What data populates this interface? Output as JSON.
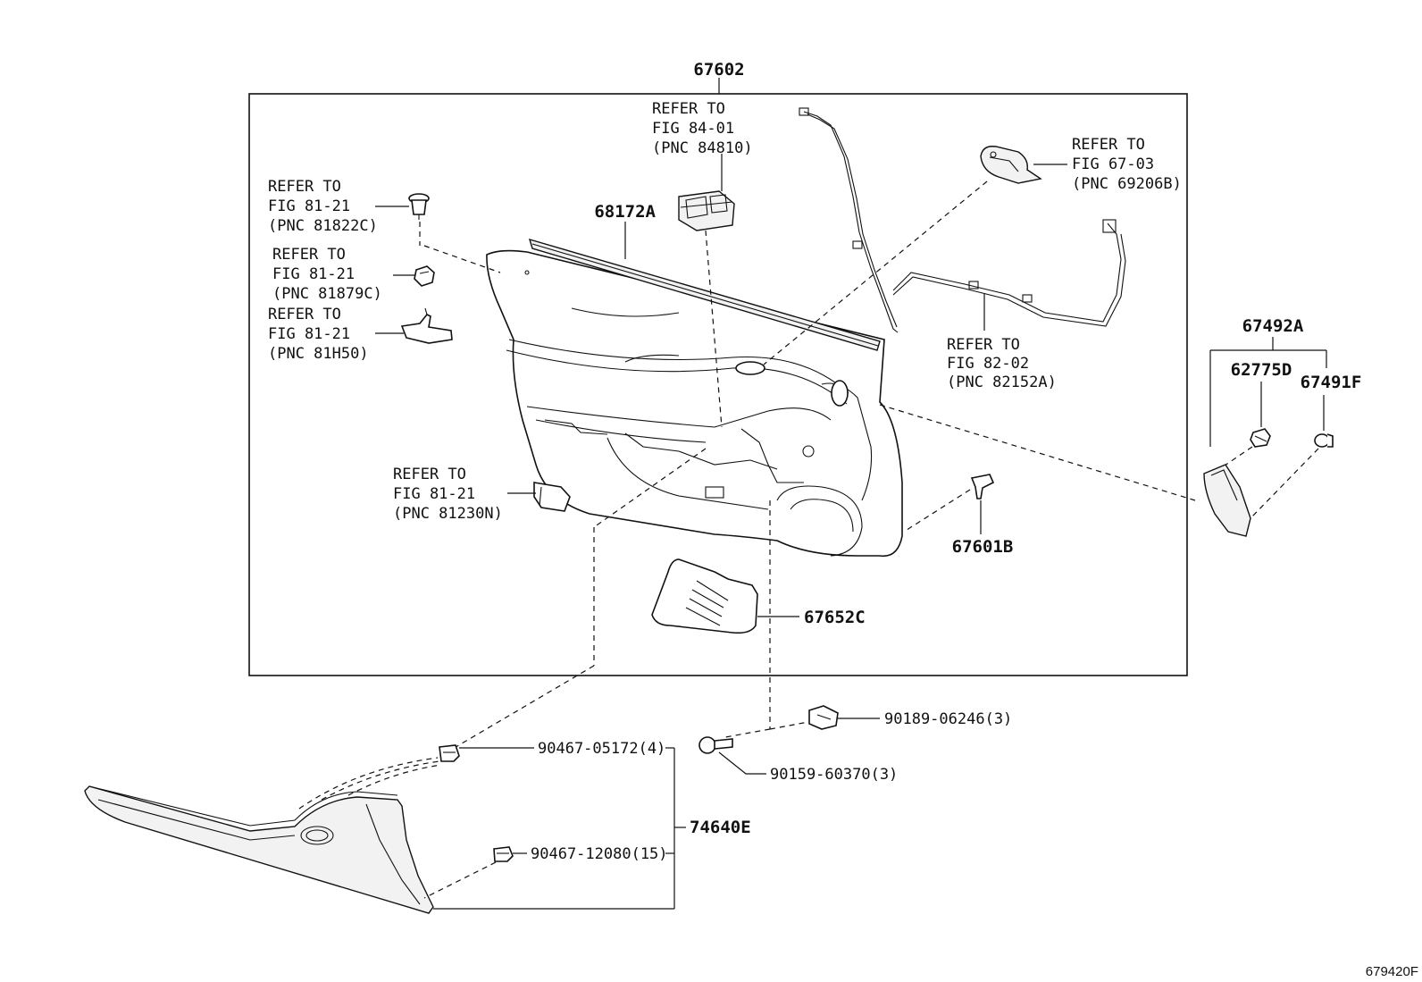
{
  "assembly": {
    "part_number": "67602"
  },
  "illustration_id": "679420F",
  "refs": {
    "window_switch": [
      "REFER TO",
      "FIG 84-01",
      "(PNC 84810)"
    ],
    "door_handle": [
      "REFER TO",
      "FIG 67-03",
      "(PNC 69206B)"
    ],
    "clip_81822c": [
      "REFER TO",
      "FIG 81-21",
      "(PNC 81822C)"
    ],
    "clip_81879c": [
      "REFER TO",
      "FIG 81-21",
      "(PNC 81879C)"
    ],
    "bracket_81h50": [
      "REFER TO",
      "FIG 81-21",
      "(PNC 81H50)"
    ],
    "wire_82152a": [
      "REFER TO",
      "FIG 82-02",
      "(PNC 82152A)"
    ],
    "lamp_81230n": [
      "REFER TO",
      "FIG 81-21",
      "(PNC 81230N)"
    ]
  },
  "parts": {
    "weatherstrip": "68172A",
    "garnish_group": "67492A",
    "clip_62775d": "62775D",
    "screw_67491f": "67491F",
    "clip_67601b": "67601B",
    "cover_67652c": "67652C",
    "nut_90189": "90189-06246(3)",
    "screw_90159": "90159-60370(3)",
    "clip_90467_05172": "90467-05172(4)",
    "panel_74640e": "74640E",
    "clip_90467_12080": "90467-12080(15)"
  },
  "icons": [
    "trim-panel-icon",
    "window-switch-icon",
    "door-handle-icon",
    "wire-harness-icon",
    "clip-icon",
    "screw-icon",
    "garnish-icon",
    "armrest-panel-icon",
    "cover-icon"
  ]
}
